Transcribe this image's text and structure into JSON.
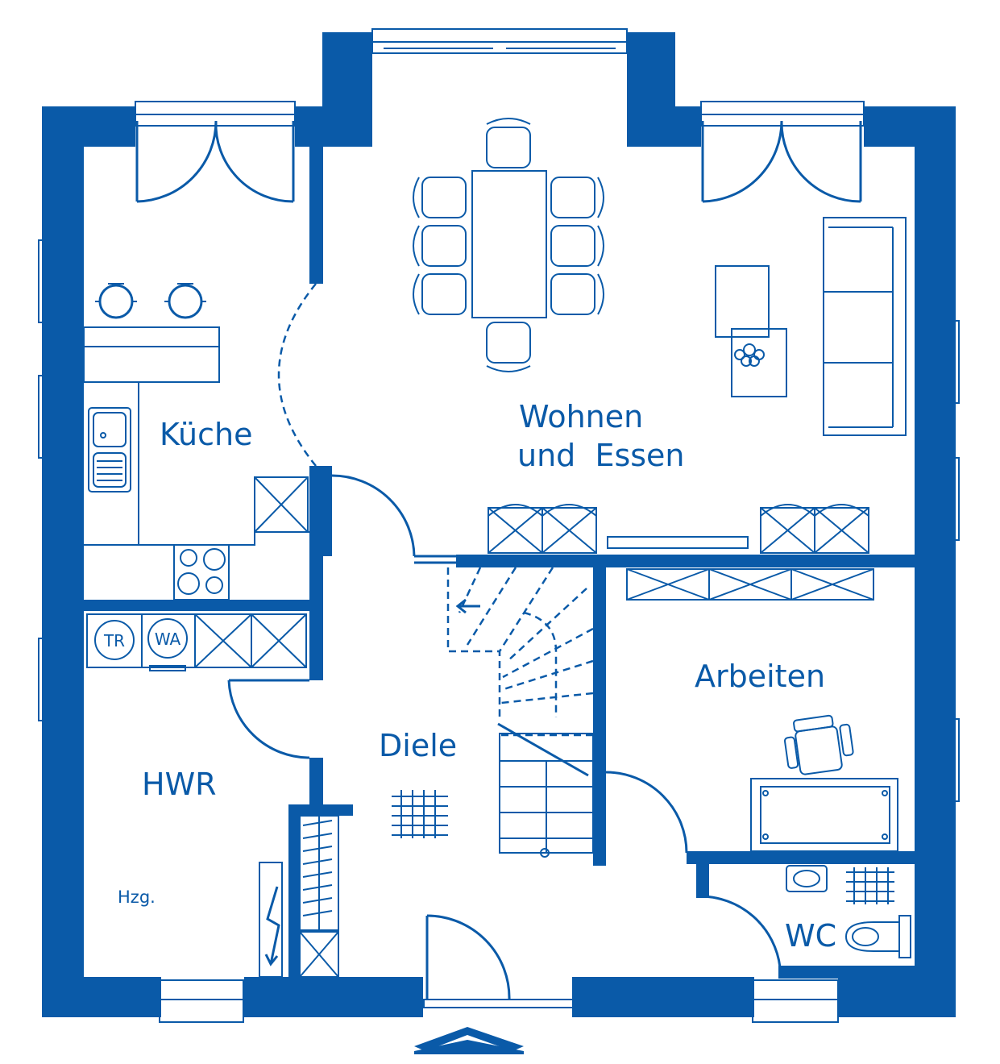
{
  "colors": {
    "walls": "#0a5aa8",
    "background": "#ffffff"
  },
  "rooms": {
    "kueche": "Küche",
    "wohnen_line1": "Wohnen",
    "wohnen_line2": "und  Essen",
    "arbeiten": "Arbeiten",
    "diele": "Diele",
    "hwr": "HWR",
    "wc": "WC"
  },
  "fixtures": {
    "dryer": "TR",
    "washer": "WA",
    "heating": "Hzg."
  },
  "icons": [
    "entrance-arrow-icon",
    "plant-icon",
    "office-chair-icon",
    "toilet-icon",
    "washbasin-icon",
    "stove-icon",
    "sink-icon"
  ]
}
